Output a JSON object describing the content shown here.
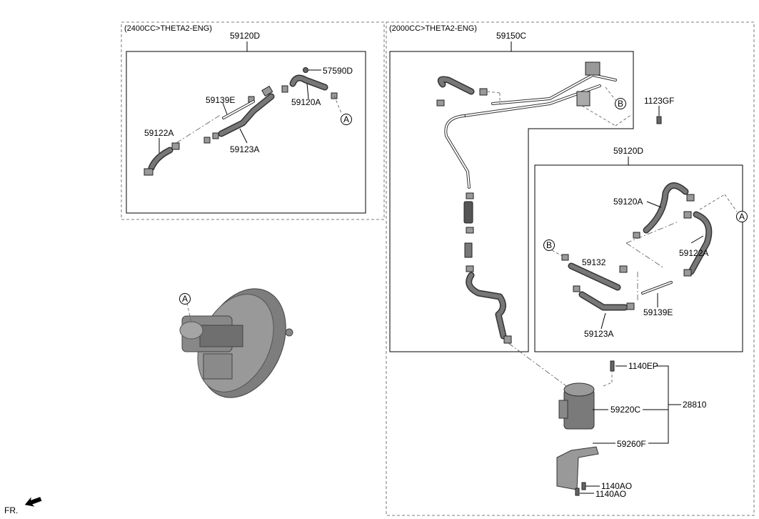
{
  "sections": {
    "left_header": "(2400CC>THETA2-ENG)",
    "right_header": "(2000CC>THETA2-ENG)"
  },
  "labels": {
    "l_59120D": "59120D",
    "l_57590D": "57590D",
    "l_59139E": "59139E",
    "l_59120A": "59120A",
    "l_59122A": "59122A",
    "l_59123A": "59123A",
    "r_59150C": "59150C",
    "r_1123GF": "1123GF",
    "r_59120D": "59120D",
    "r_59120A": "59120A",
    "r_59122A": "59122A",
    "r_59132": "59132",
    "r_59139E": "59139E",
    "r_59123A": "59123A",
    "r_1140EP": "1140EP",
    "r_28810": "28810",
    "r_59220C": "59220C",
    "r_59260F": "59260F",
    "r_1140AO_1": "1140AO",
    "r_1140AO_2": "1140AO"
  },
  "markers": {
    "a1": "A",
    "a2": "A",
    "a3": "A",
    "b1": "B",
    "b2": "B"
  },
  "footer": {
    "front_label": "FR."
  },
  "colors": {
    "booster": "#8a8a8a",
    "hose": "#333333",
    "line": "#000000"
  }
}
